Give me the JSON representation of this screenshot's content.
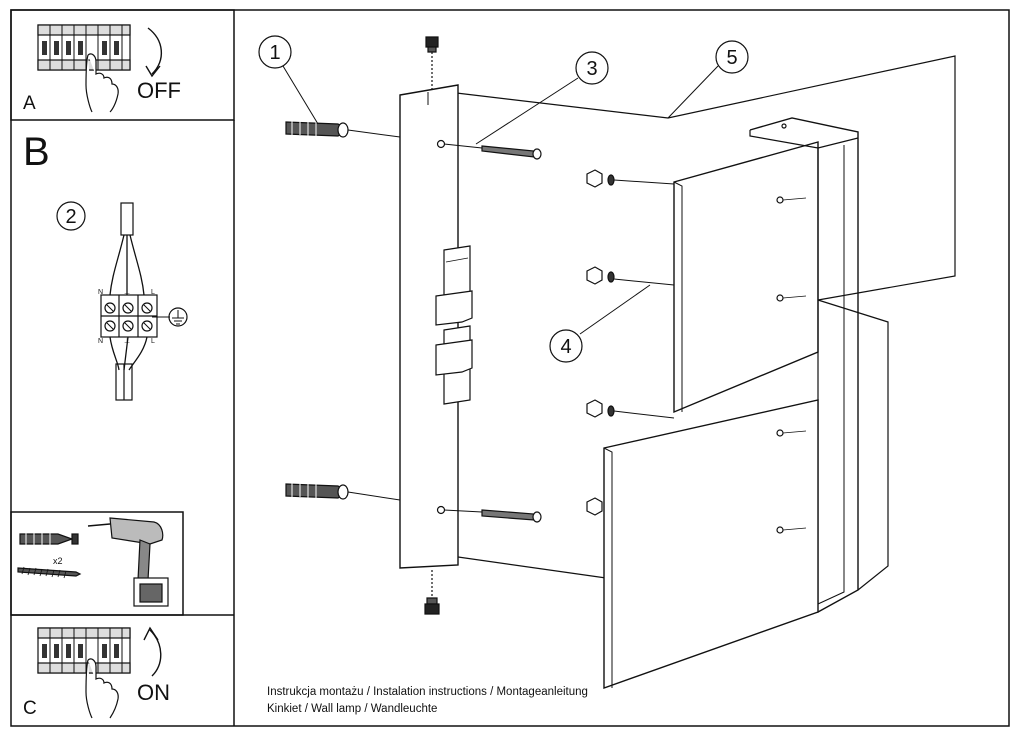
{
  "panels": {
    "a": {
      "letter": "A",
      "action": "OFF"
    },
    "b": {
      "letter": "B",
      "wiring": {
        "step": "2",
        "terminals": [
          "N",
          "⊥",
          "L"
        ]
      }
    },
    "drill": {
      "quantity": "x2"
    },
    "c": {
      "letter": "C",
      "action": "ON"
    }
  },
  "callouts": [
    "1",
    "2",
    "3",
    "4",
    "5"
  ],
  "caption": {
    "line1": "Instrukcja montażu / Instalation instructions / Montageanleitung",
    "line2": "Kinkiet / Wall lamp / Wandleuchte"
  }
}
